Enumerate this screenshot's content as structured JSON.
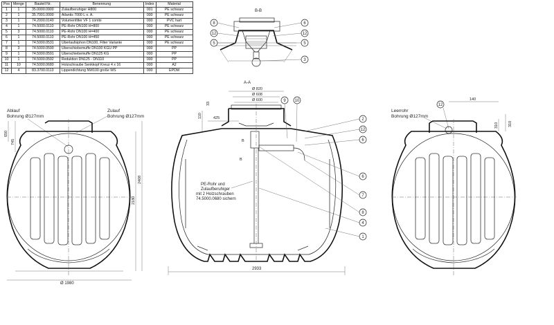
{
  "bom": {
    "headers": [
      "Pos",
      "Menge",
      "Bauteil Nr.",
      "Benennung",
      "Index",
      "Material"
    ],
    "rows": [
      [
        "1",
        "1",
        "35.0000.0900",
        "Zulaufberuhiger H800",
        "001",
        "PE schwarz"
      ],
      [
        "2",
        "1",
        "35.7001.0000",
        "Atlantis 7000 L o. A.",
        "000",
        "PE schwarz"
      ],
      [
        "3",
        "1",
        "74.2000.0140",
        "Volumenfilter VF 1 combi",
        "000",
        "PVC hart"
      ],
      [
        "4",
        "1",
        "74.5000.0110",
        "PE-Rohr DN100 H=800",
        "000",
        "PE schwarz"
      ],
      [
        "5",
        "3",
        "74.5000.0110",
        "PE-Rohr DN100 H=400",
        "000",
        "PE schwarz"
      ],
      [
        "6",
        "1",
        "74.5000.0110",
        "PE-Rohr DN100 H=450",
        "000",
        "PE schwarz"
      ],
      [
        "7",
        "1",
        "74.5000.0531",
        "Überlaufsiphon DN100, Filter Variante",
        "000",
        "PE schwarz"
      ],
      [
        "8",
        "3",
        "74.5000.0590",
        "Überschiebemuffe DN100 KGU PP",
        "000",
        "PP"
      ],
      [
        "9",
        "1",
        "74.5000.0591",
        "Überschiebemuffe DN125 KG",
        "000",
        "PP"
      ],
      [
        "10",
        "1",
        "74.5000.0592",
        "Reduktion DN125 - DN110",
        "000",
        "PP"
      ],
      [
        "11",
        "10",
        "74.5000.0680",
        "Holzschraube Senkkopf Kreuz 4 x 16",
        "000",
        "A2"
      ],
      [
        "12",
        "4",
        "83.3700.0113",
        "Lippendichtung NW100 große WS",
        "000",
        "EPDM"
      ]
    ]
  },
  "views": {
    "section_bb": "B-B",
    "section_aa": "A-A",
    "section_mark": "B"
  },
  "labels": {
    "ablauf": [
      "Ablauf",
      "Bohrung Ø127mm"
    ],
    "zulauf": [
      "Zulauf",
      "Bohrung Ø127mm"
    ],
    "leerrohr": [
      "Leerrohr",
      "Bohrung Ø127mm"
    ],
    "pe_rohr_note": [
      "PE-Rohr und",
      "Zulaufberuhiger",
      "mit 2 Holzschrauben",
      "74.5000.0680 sichern"
    ]
  },
  "dims": {
    "d820": "Ø 820",
    "d608": "Ø 608",
    "d600": "Ø 600",
    "d33": "33",
    "d425": "425",
    "d110": "110",
    "d650": "650",
    "d745": "745",
    "d2180": "2180",
    "d2408": "2408",
    "d1980": "Ø 1980",
    "d2933": "2933",
    "d140": "140",
    "d310a": "310",
    "d310b": "310"
  },
  "callouts": {
    "bb": [
      "8",
      "12",
      "5",
      "6",
      "12",
      "5",
      "3"
    ],
    "aa_top": [
      "9",
      "10"
    ],
    "aa_right": [
      "2",
      "12",
      "6",
      "6",
      "7",
      "8",
      "4",
      "1"
    ],
    "right_view": "12"
  }
}
